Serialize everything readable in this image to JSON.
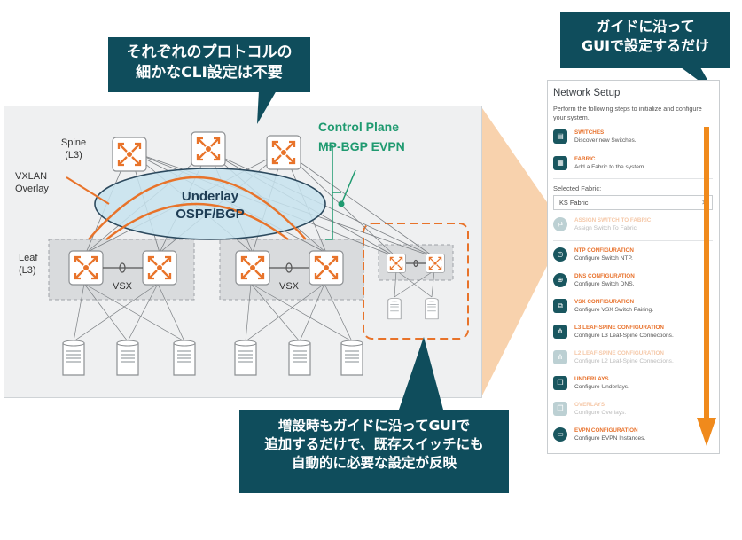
{
  "callouts": {
    "top_left": [
      "それぞれのプロトコルの",
      "細かなCLI設定は不要"
    ],
    "top_right": [
      "ガイドに沿って",
      "GUIで設定するだけ"
    ],
    "bottom": [
      "増設時もガイドに沿ってGUIで",
      "追加するだけで、既存スイッチにも",
      "自動的に必要な設定が反映"
    ]
  },
  "diagram": {
    "spine_label": [
      "Spine",
      "(L3)"
    ],
    "vxlan_label": [
      "VXLAN",
      "Overlay"
    ],
    "leaf_label": [
      "Leaf",
      "(L3)"
    ],
    "underlay_label": [
      "Underlay",
      "OSPF/BGP"
    ],
    "control_plane_label": [
      "Control Plane",
      "MP-BGP EVPN"
    ],
    "vsx_label": "VSX",
    "colors": {
      "accent": "#e8732a",
      "teal": "#1f9a70",
      "underlay_fill": "#c7e3ef",
      "callout": "#0f4d5c"
    }
  },
  "panel": {
    "title": "Network Setup",
    "description": "Perform the following steps to initialize and configure your system.",
    "selected_fabric_label": "Selected Fabric:",
    "selected_fabric_value": "KS Fabric",
    "steps": [
      {
        "label": "SWITCHES",
        "sub": "Discover new Switches.",
        "icon": "switch-icon"
      },
      {
        "label": "FABRIC",
        "sub": "Add a Fabric to the system.",
        "icon": "grid-icon"
      },
      {
        "label": "ASSIGN SWITCH TO FABRIC",
        "sub": "Assign Switch To Fabric",
        "icon": "assign-icon"
      },
      {
        "label": "NTP CONFIGURATION",
        "sub": "Configure Switch NTP.",
        "icon": "clock-icon"
      },
      {
        "label": "DNS CONFIGURATION",
        "sub": "Configure Switch DNS.",
        "icon": "globe-icon"
      },
      {
        "label": "VSX CONFIGURATION",
        "sub": "Configure VSX Switch Pairing.",
        "icon": "vsx-icon"
      },
      {
        "label": "L3 LEAF-SPINE CONFIGURATION",
        "sub": "Configure L3 Leaf-Spine Connections.",
        "icon": "share-icon"
      },
      {
        "label": "L2 LEAF-SPINE CONFIGURATION",
        "sub": "Configure L2 Leaf-Spine Connections.",
        "icon": "share-icon"
      },
      {
        "label": "UNDERLAYS",
        "sub": "Configure Underlays.",
        "icon": "layers-icon"
      },
      {
        "label": "OVERLAYS",
        "sub": "Configure Overlays.",
        "icon": "layers-icon"
      },
      {
        "label": "EVPN CONFIGURATION",
        "sub": "Configure EVPN Instances.",
        "icon": "monitor-icon"
      }
    ]
  }
}
